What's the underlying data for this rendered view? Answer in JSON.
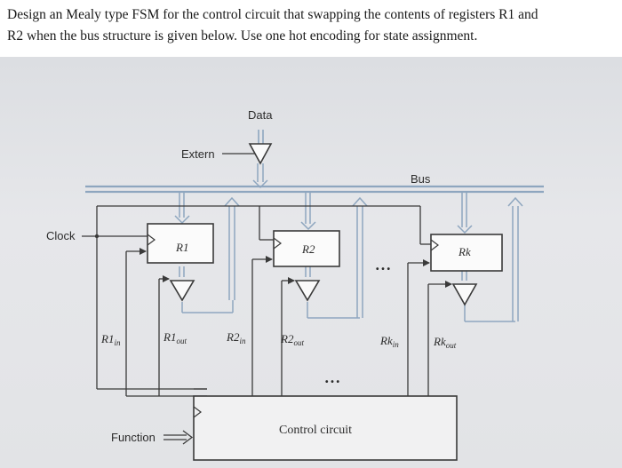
{
  "question": {
    "line1": "Design an Mealy type FSM for the control circuit that swapping the contents of registers R1 and",
    "line2": "R2 when the bus structure is given below. Use one hot encoding for state assignment."
  },
  "diagram": {
    "data_label": "Data",
    "extern_label": "Extern",
    "bus_label": "Bus",
    "clock_label": "Clock",
    "function_label": "Function",
    "control_label": "Control circuit",
    "registers": {
      "r1": "R1",
      "r2": "R2",
      "rk": "Rk"
    },
    "signals": {
      "r1_in": {
        "base": "R1",
        "sub": "in"
      },
      "r1_out": {
        "base": "R1",
        "sub": "out"
      },
      "r2_in": {
        "base": "R2",
        "sub": "in"
      },
      "r2_out": {
        "base": "R2",
        "sub": "out"
      },
      "rk_in": {
        "base": "Rk",
        "sub": "in"
      },
      "rk_out": {
        "base": "Rk",
        "sub": "out"
      }
    },
    "ellipsis": "• • •"
  }
}
